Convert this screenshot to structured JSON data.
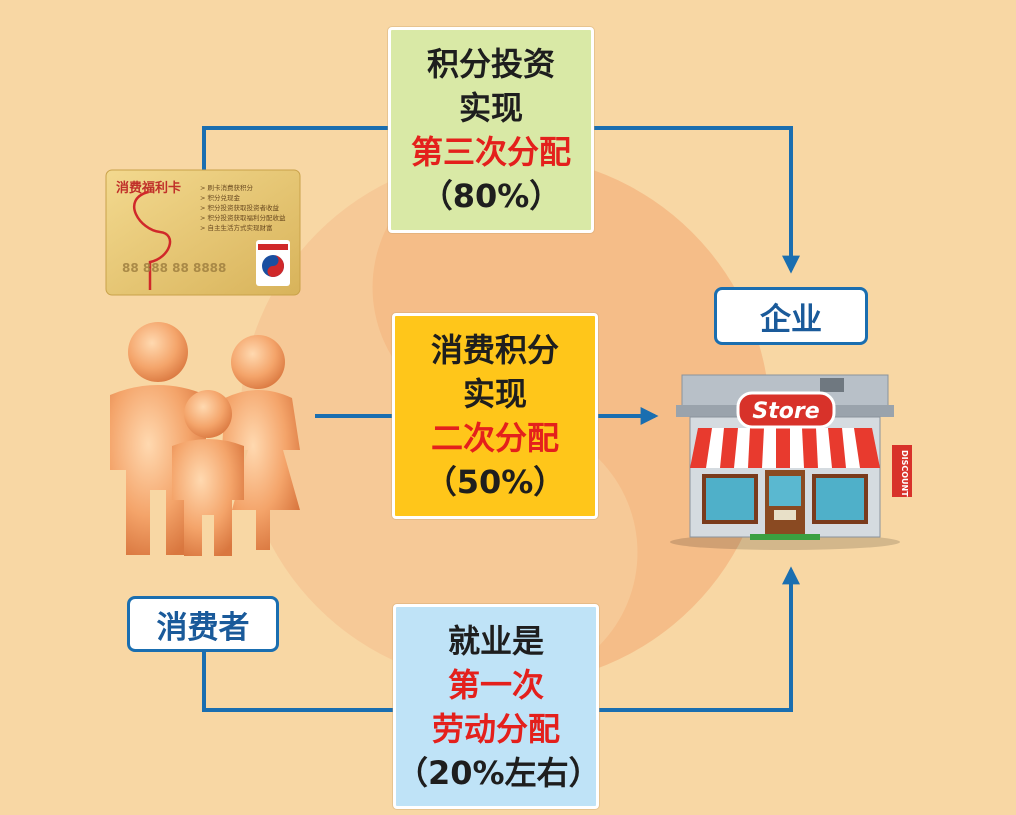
{
  "boxes": {
    "top": {
      "line1": "积分投资",
      "line2": "实现",
      "line3": "第三次分配",
      "line4": "（80%）"
    },
    "middle": {
      "line1": "消费积分",
      "line2": "实现",
      "line3": "二次分配",
      "line4": "（50%）"
    },
    "bottom": {
      "line1": "就业是",
      "line2": "第一次",
      "line3": "劳动分配",
      "line4": "（20%左右）"
    }
  },
  "labels": {
    "enterprise": "企业",
    "consumer": "消费者"
  },
  "card": {
    "title": "消费福利卡",
    "number": "88 888 88 8888",
    "lines": [
      "> 刷卡消费获积分",
      "> 积分兑现金",
      "> 积分投资获取投资者收益",
      "> 积分投资获取福利分配收益",
      "> 自主生活方式实现财富"
    ]
  },
  "store": {
    "sign": "Store",
    "banner": "DISCOUNT"
  },
  "colors": {
    "background": "#f8d7a4",
    "arrow": "#1a6eb0",
    "emphasis": "#e4201c",
    "top_box": "#d9e9a6",
    "middle_box": "#ffc61a",
    "bottom_box": "#bfe3f7"
  }
}
